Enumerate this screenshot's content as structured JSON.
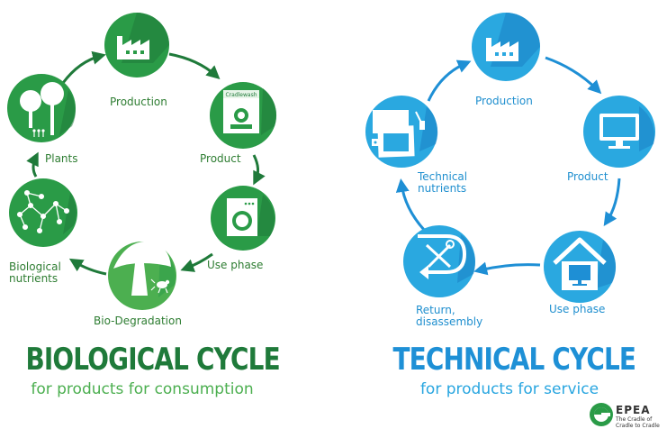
{
  "biological": {
    "title": "BIOLOGICAL CYCLE",
    "subtitle": "for products for consumption",
    "color": "#1f7a3a",
    "subtitle_color": "#4caf50",
    "nodes": [
      {
        "id": "production",
        "label": "Production",
        "icon": "factory-icon"
      },
      {
        "id": "product",
        "label": "Product",
        "icon": "detergent-box-icon",
        "sublabel": "Cradlewash"
      },
      {
        "id": "use-phase",
        "label": "Use phase",
        "icon": "washing-machine-icon"
      },
      {
        "id": "bio-degradation",
        "label": "Bio-Degradation",
        "icon": "mushroom-bug-icon"
      },
      {
        "id": "biological-nutrients",
        "label": "Biological\nnutrients",
        "icon": "molecule-network-icon"
      },
      {
        "id": "plants",
        "label": "Plants",
        "icon": "trees-icon"
      }
    ]
  },
  "technical": {
    "title": "TECHNICAL CYCLE",
    "subtitle": "for products for service",
    "color": "#1e90d6",
    "subtitle_color": "#29a6e0",
    "nodes": [
      {
        "id": "production",
        "label": "Production",
        "icon": "factory-icon"
      },
      {
        "id": "product",
        "label": "Product",
        "icon": "monitor-icon"
      },
      {
        "id": "use-phase",
        "label": "Use phase",
        "icon": "house-monitor-icon"
      },
      {
        "id": "return-disassembly",
        "label": "Return,\ndisassembly",
        "icon": "tools-return-icon"
      },
      {
        "id": "technical-nutrients",
        "label": "Technical\nnutrients",
        "icon": "circuit-board-icon"
      }
    ]
  },
  "logo": {
    "name": "EPEA",
    "tagline": "The Cradle of\nCradle to Cradle"
  }
}
